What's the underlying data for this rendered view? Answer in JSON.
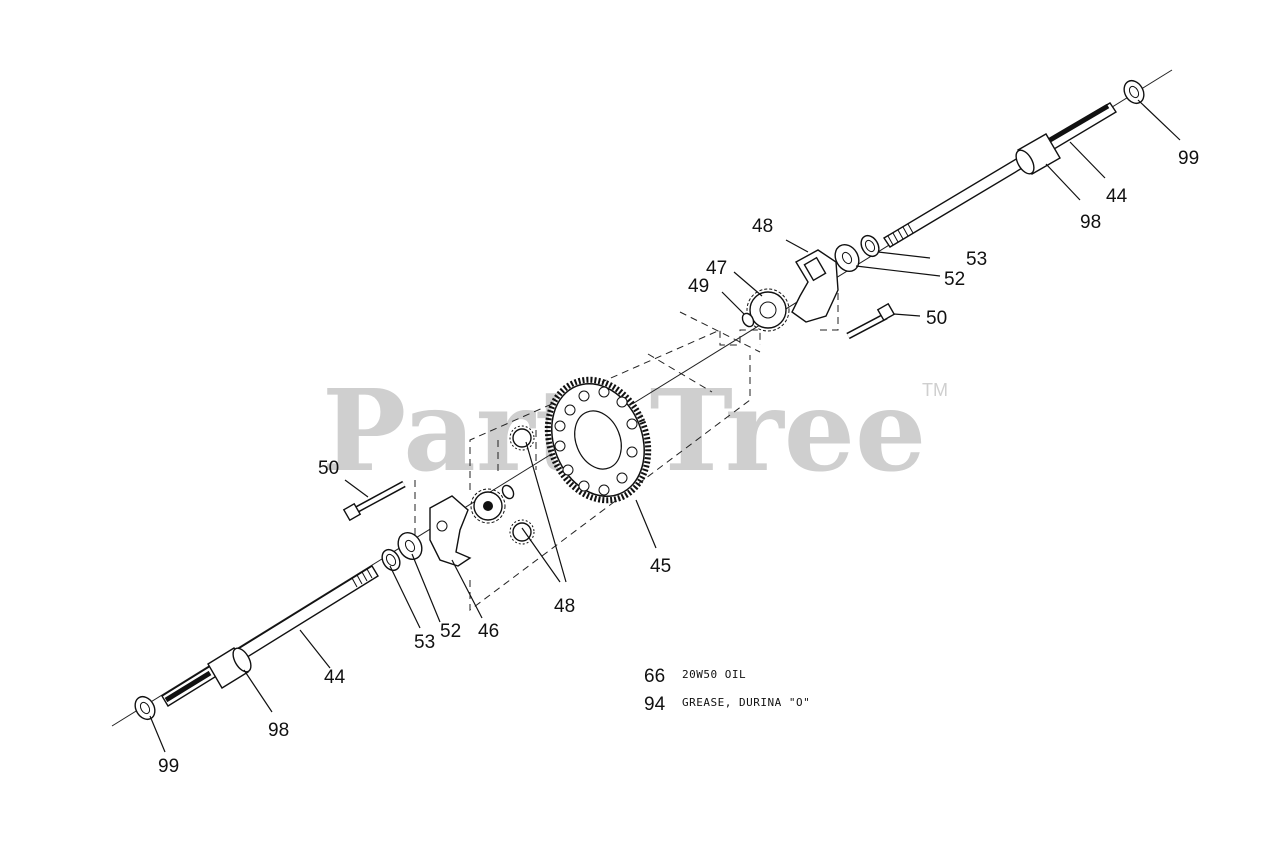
{
  "watermark": {
    "text": "PartsTree",
    "tm": "TM"
  },
  "callouts": {
    "c99_top": "99",
    "c44_top": "44",
    "c98_top": "98",
    "c48_top": "48",
    "c53_top": "53",
    "c52_top": "52",
    "c47": "47",
    "c49": "49",
    "c50_right": "50",
    "c50_left": "50",
    "c45": "45",
    "c48_bottom": "48",
    "c53_bottom": "53",
    "c52_bottom": "52",
    "c46": "46",
    "c44_bottom": "44",
    "c98_bottom": "98",
    "c99_bottom": "99"
  },
  "notes": [
    {
      "num": "66",
      "text": "20W50 OIL"
    },
    {
      "num": "94",
      "text": "GREASE, DURINA \"O\""
    }
  ]
}
